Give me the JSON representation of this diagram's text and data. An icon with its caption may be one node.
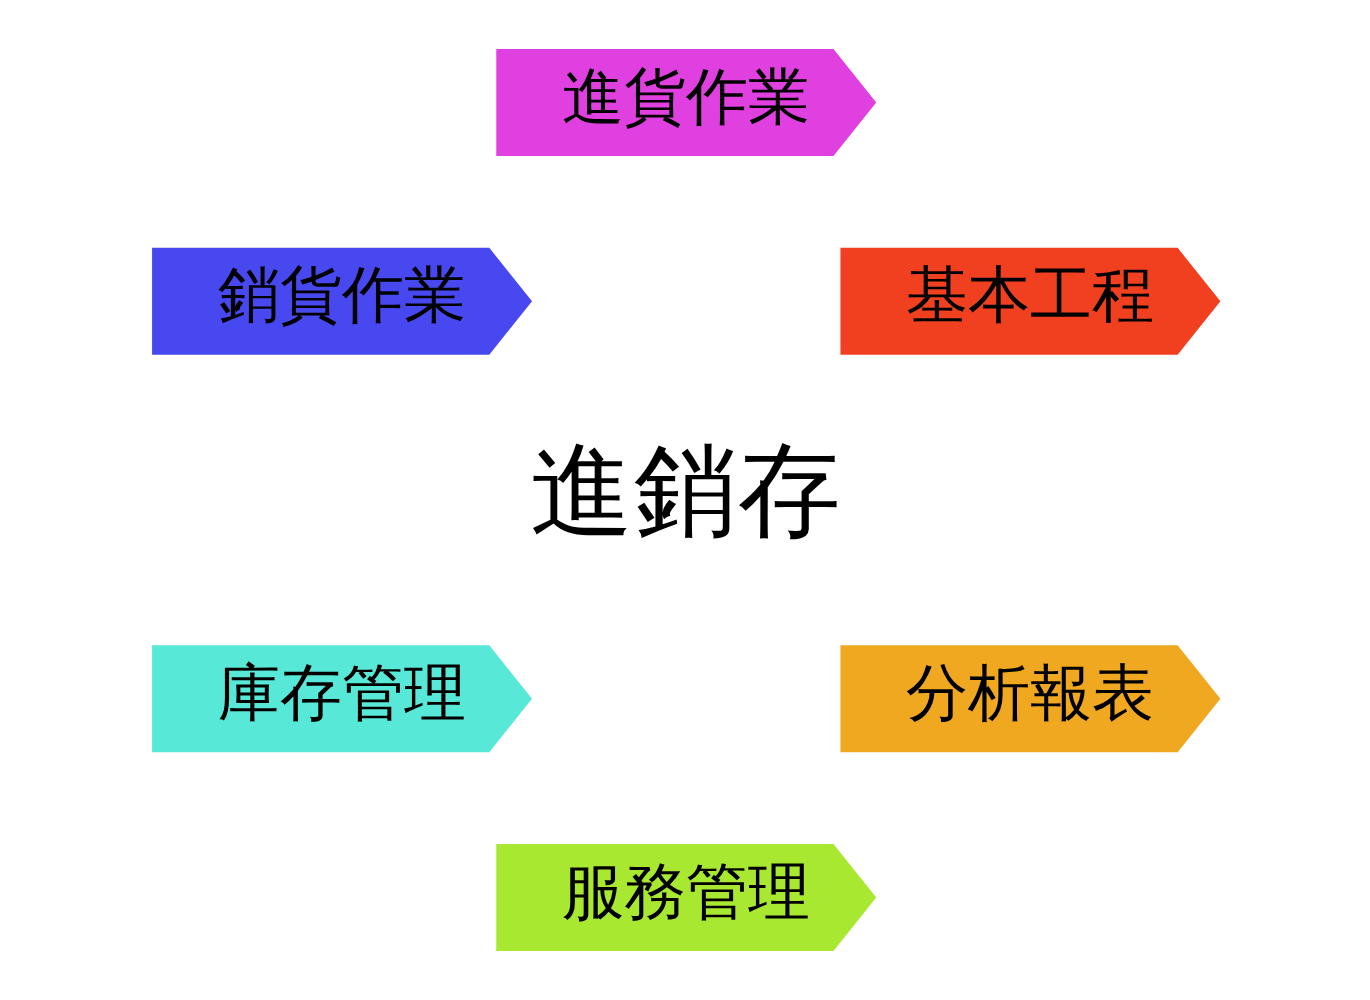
{
  "diagram": {
    "nodes": [
      {
        "text": [
          "基本工程"
        ]
      },
      {
        "text": [
          "進貨作業"
        ]
      },
      {
        "text": [
          "銷貨作業"
        ]
      },
      {
        "text": [
          "庫存管理"
        ]
      },
      {
        "text": [
          "服務管理"
        ]
      },
      {
        "text": [
          "分析報表"
        ]
      }
    ],
    "labels": [
      "進銷存"
    ]
  }
}
